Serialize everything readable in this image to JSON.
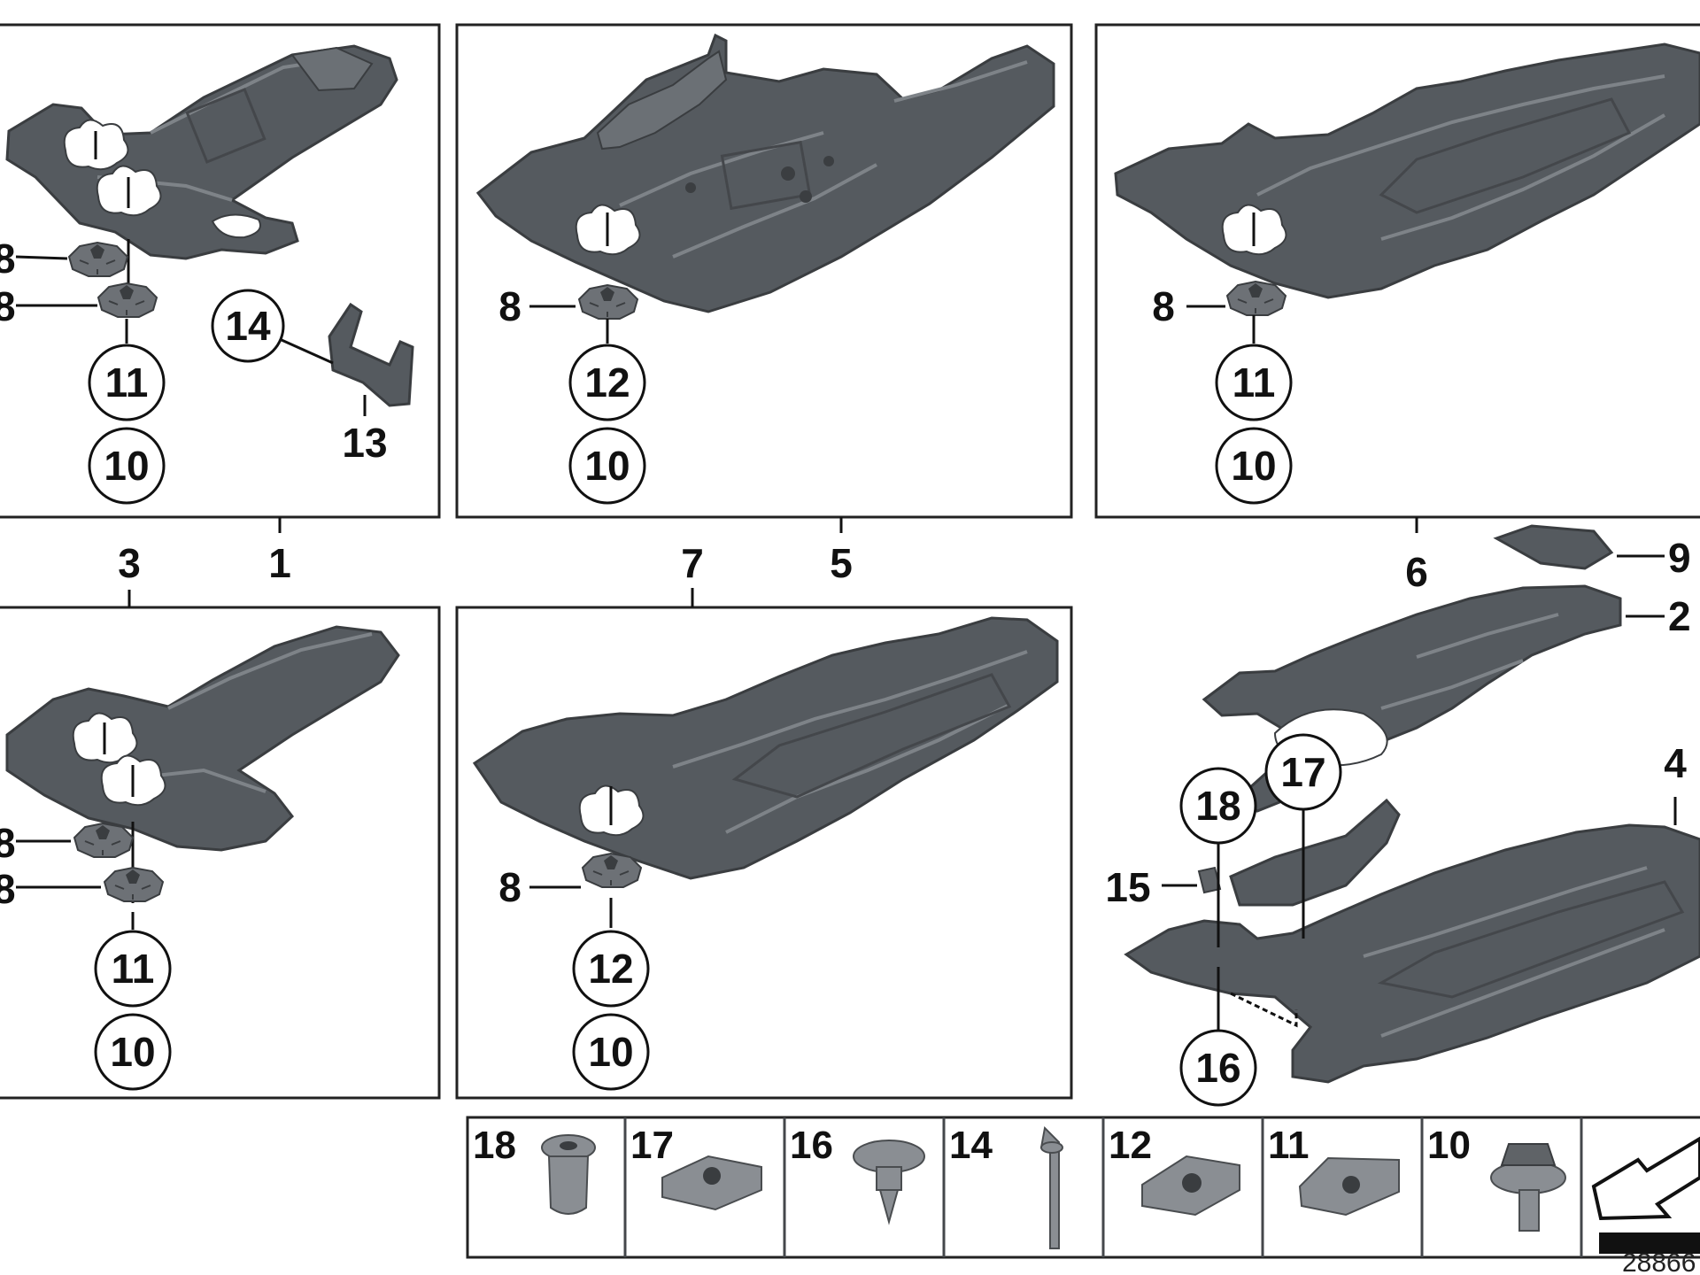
{
  "callouts": {
    "p1": "1",
    "p2": "2",
    "p3": "3",
    "p4": "4",
    "p5": "5",
    "p6": "6",
    "p7": "7",
    "p8": "8",
    "p9": "9",
    "p10": "10",
    "p11": "11",
    "p12": "12",
    "p13": "13",
    "p14": "14",
    "p15": "15",
    "p16": "16",
    "p17": "17",
    "p18": "18"
  },
  "legend": [
    "18",
    "17",
    "16",
    "14",
    "12",
    "11",
    "10"
  ],
  "reference_number": "28866"
}
